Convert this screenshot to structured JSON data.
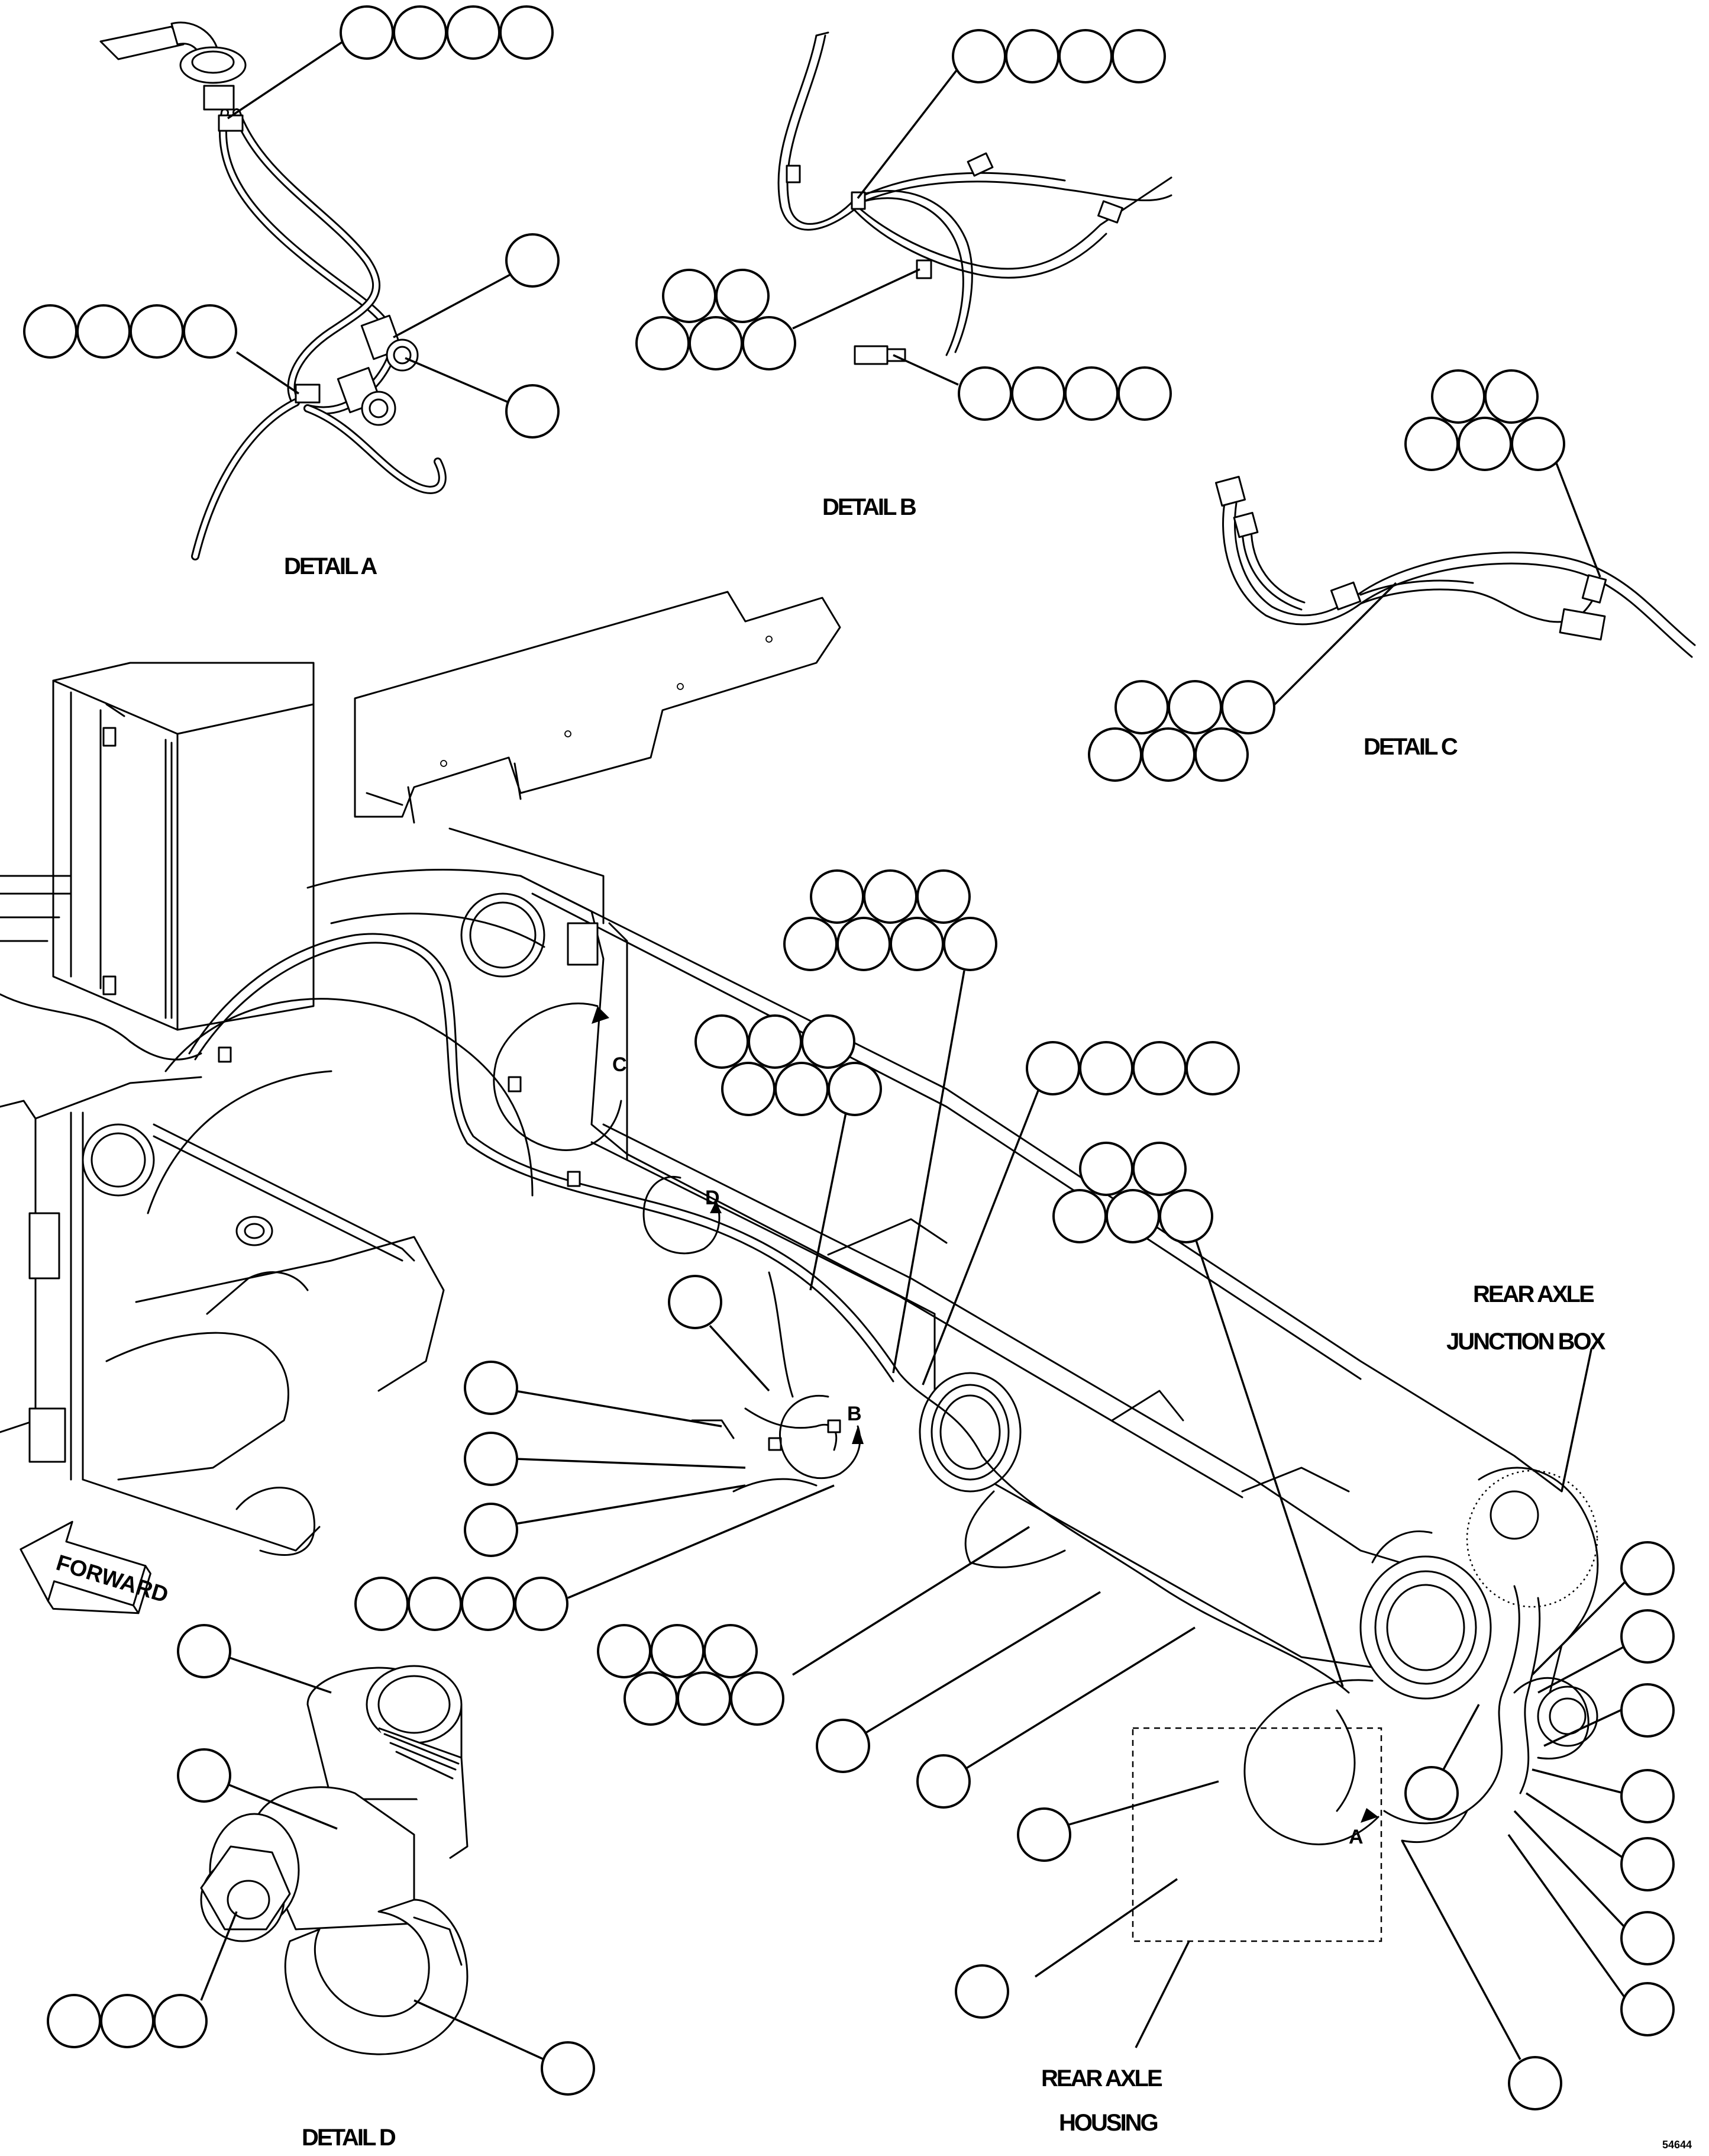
{
  "labels": {
    "detail_a": "DETAIL A",
    "detail_b": "DETAIL B",
    "detail_c": "DETAIL C",
    "detail_d": "DETAIL D",
    "rear_axle_junction_box_line1": "REAR AXLE",
    "rear_axle_junction_box_line2": "JUNCTION BOX",
    "rear_axle_housing_line1": "REAR AXLE",
    "rear_axle_housing_line2": "HOUSING",
    "forward": "FORWARD",
    "doc_id": "54644"
  },
  "view_markers": {
    "a": "A",
    "b": "B",
    "c": "C",
    "d": "D"
  }
}
